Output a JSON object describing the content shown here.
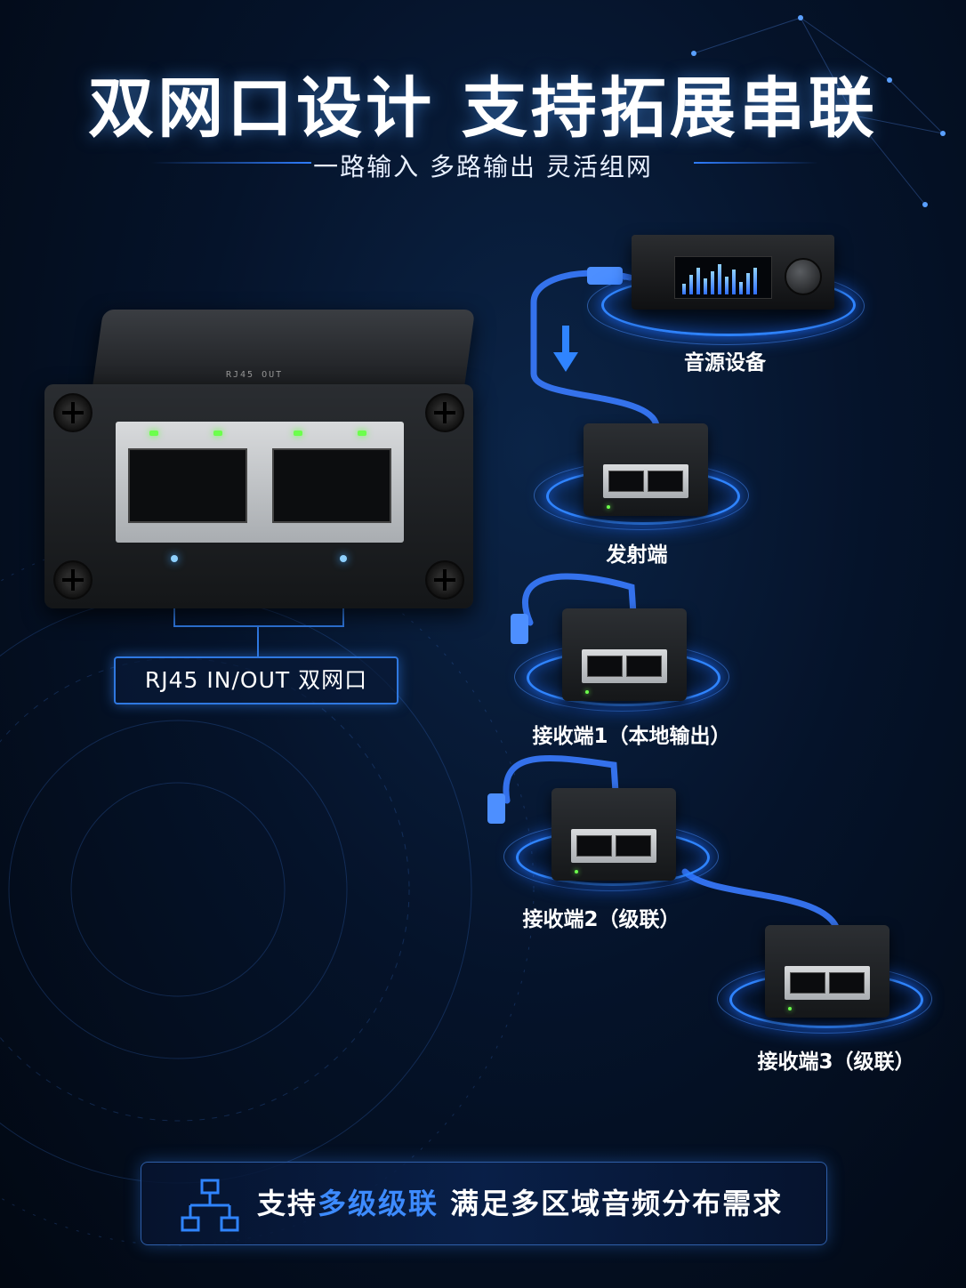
{
  "header": {
    "title": "双网口设计 支持拓展串联",
    "subtitle": "一路输入 多路输出 灵活组网"
  },
  "main_device": {
    "badge": "RJ45 IN/OUT 双网口",
    "side_print": "RJ45 OUT"
  },
  "chain": {
    "source_label": "音源设备",
    "transmitter_label": "发射端",
    "receiver1_label": "接收端1（本地输出）",
    "receiver2_label": "接收端2（级联）",
    "receiver3_label": "接收端3（级联）"
  },
  "footer": {
    "prefix": "支持",
    "highlight": "多级级联",
    "suffix": "满足多区域音频分布需求",
    "icon": "network-topology-icon"
  },
  "colors": {
    "accent": "#2f84ff",
    "highlight": "#3d8bff",
    "led": "#6cff4c",
    "cable": "#3a7bff"
  }
}
